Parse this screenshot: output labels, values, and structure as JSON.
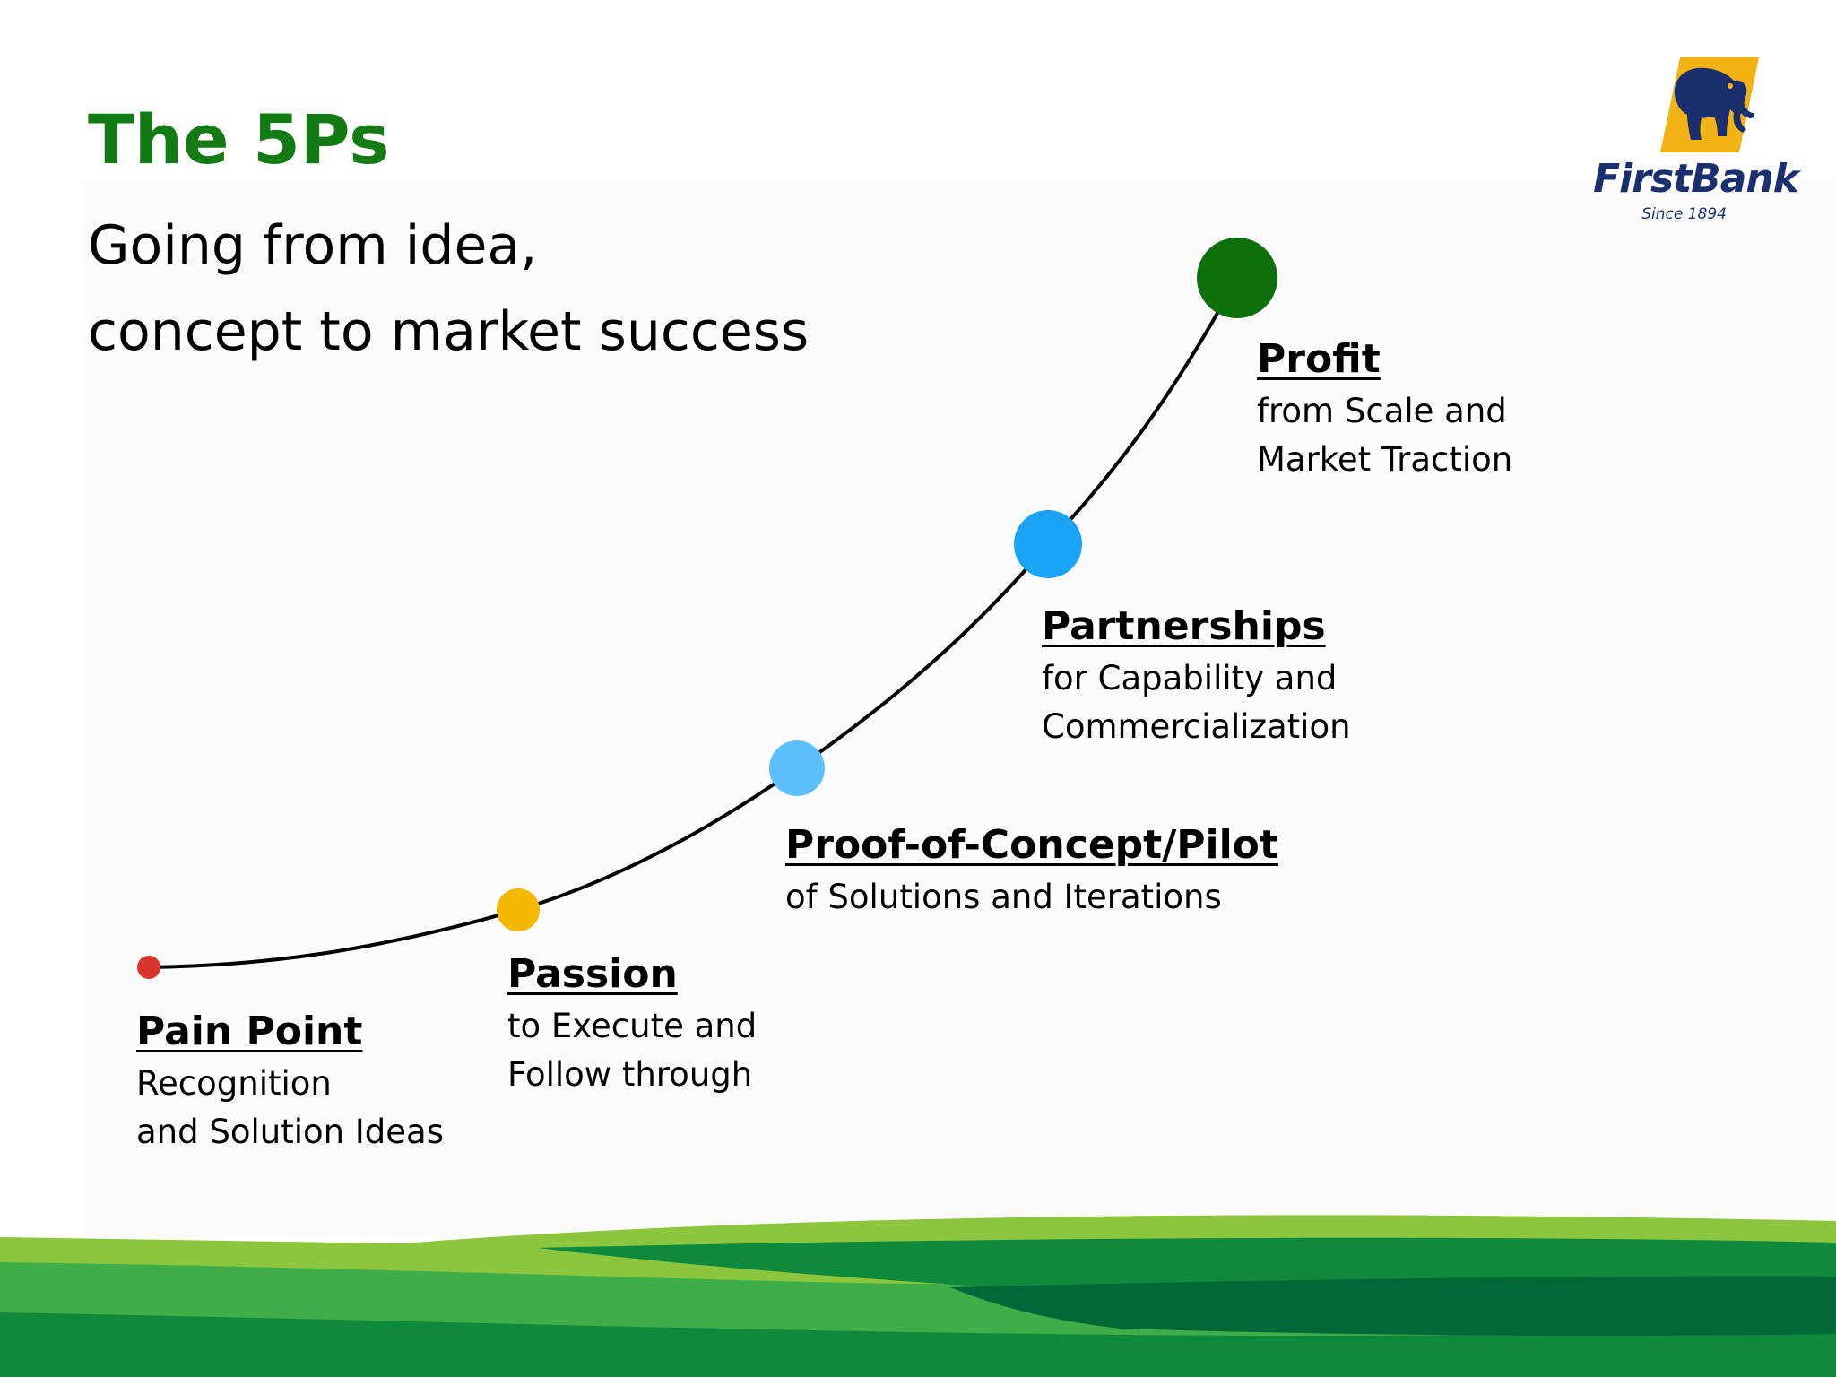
{
  "slide": {
    "title": "The 5Ps",
    "subtitle_lines": [
      "Going from idea,",
      "concept to market success"
    ]
  },
  "logo": {
    "name": "FirstBank",
    "tagline": "Since 1894",
    "mark_icon": "elephant-icon"
  },
  "steps": [
    {
      "id": "pain_point",
      "title": "Pain Point",
      "desc_lines": [
        "Recognition",
        "and Solution Ideas"
      ],
      "marker_color": "#d9342b"
    },
    {
      "id": "passion",
      "title": "Passion",
      "desc_lines": [
        "to Execute and",
        "Follow through"
      ],
      "marker_color": "#f5b800"
    },
    {
      "id": "proof_of_concept",
      "title": "Proof-of-Concept/Pilot",
      "desc_lines": [
        "of Solutions and Iterations"
      ],
      "marker_color": "#5bc0fb"
    },
    {
      "id": "partnerships",
      "title": "Partnerships",
      "desc_lines": [
        "for Capability and",
        "Commercialization"
      ],
      "marker_color": "#1aa3f7"
    },
    {
      "id": "profit",
      "title": "Profit",
      "desc_lines": [
        "from Scale and",
        "Market Traction"
      ],
      "marker_color": "#0c6f0c"
    }
  ],
  "colors": {
    "title_green": "#137b14",
    "logo_navy": "#1b2f6e",
    "logo_gold": "#f2b316",
    "hills": [
      "#8cc63f",
      "#3fae49",
      "#0f8a3c",
      "#006837"
    ]
  }
}
